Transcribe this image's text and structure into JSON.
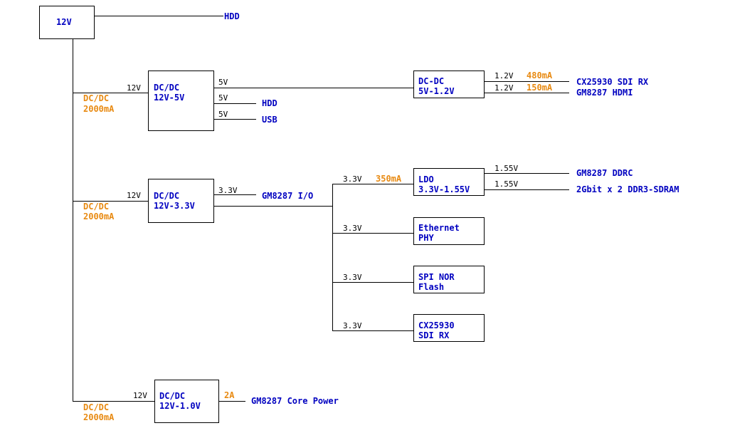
{
  "colors": {
    "label_blue": "#0000c0",
    "current_orange": "#e88a12",
    "line": "#000000"
  },
  "source": {
    "label": "12V",
    "hdd_label": "HDD"
  },
  "branch1": {
    "converter": "DC/DC",
    "current": "2000mA",
    "input_v": "12V",
    "box_line1": "DC/DC",
    "box_line2": "12V-5V",
    "out1_v": "5V",
    "out2_v": "5V",
    "out3_v": "5V",
    "hdd": "HDD",
    "usb": "USB",
    "dcdc_box_line1": "DC-DC",
    "dcdc_box_line2": "5V-1.2V",
    "rail1_v": "1.2V",
    "rail1_current": "480mA",
    "rail1_target": "CX25930 SDI RX",
    "rail2_v": "1.2V",
    "rail2_current": "150mA",
    "rail2_target": "GM8287 HDMI"
  },
  "branch2": {
    "converter": "DC/DC",
    "current": "2000mA",
    "input_v": "12V",
    "box_line1": "DC/DC",
    "box_line2": "12V-3.3V",
    "io_v": "3.3V",
    "io_target": "GM8287 I/O",
    "ldo_in_v": "3.3V",
    "ldo_current": "350mA",
    "ldo_box_line1": "LDO",
    "ldo_box_line2": "3.3V-1.55V",
    "ldo_out1_v": "1.55V",
    "ldo_out1_target": "GM8287 DDRC",
    "ldo_out2_v": "1.55V",
    "ldo_out2_target": "2Gbit x 2 DDR3-SDRAM",
    "eth_v": "3.3V",
    "eth_line1": "Ethernet",
    "eth_line2": "PHY",
    "spi_v": "3.3V",
    "spi_line1": "SPI NOR",
    "spi_line2": "Flash",
    "cx_v": "3.3V",
    "cx_line1": "CX25930",
    "cx_line2": "SDI RX"
  },
  "branch3": {
    "converter": "DC/DC",
    "current": "2000mA",
    "input_v": "12V",
    "box_line1": "DC/DC",
    "box_line2": "12V-1.0V",
    "out_current": "2A",
    "out_target": "GM8287 Core Power"
  }
}
